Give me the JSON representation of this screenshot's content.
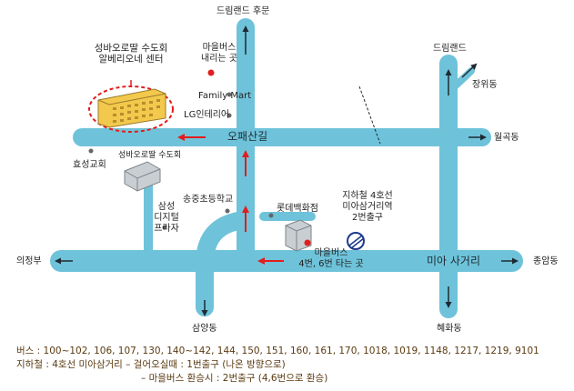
{
  "colors": {
    "road": "#6ec3da",
    "arrow_red": "#e21d1d",
    "arrow_dark": "#1e2a33",
    "building": "#f2c94c",
    "highlight_border": "#e21d1d",
    "bus_stop": "#e21d1d",
    "note_text": "#5a3a10"
  },
  "labels": {
    "dream_land_back": "드림랜드 후문",
    "dream_land": "드림랜드",
    "jangwi": "장위동",
    "wolgok": "월곡동",
    "jongam": "종암동",
    "hyehwa": "혜화동",
    "samyang": "삼양동",
    "uijeongbu": "의정부",
    "opae_road": "오패산길",
    "mia_intersection": "미아 사거리",
    "center_line1": "성바오로딸 수도회",
    "center_line2": "알베리오네 센터",
    "bus_stop_top_1": "마을버스",
    "bus_stop_top_2": "내리는 곳",
    "family_mart": "Family Mart",
    "lg_interior": "LG인테리어",
    "hyoseong_church": "효성교회",
    "sbo_building": "성바오로딸 수도회",
    "samsung_1": "삼성",
    "samsung_2": "디지털",
    "samsung_3": "프라자",
    "songjung_school": "송중초등학교",
    "lotte": "롯데백화점",
    "subway_1": "지하철 4호선",
    "subway_2": "미아삼거리역",
    "subway_3": "2번출구",
    "bus_stop_bottom_1": "마을버스",
    "bus_stop_bottom_2": "4번, 6번 타는 곳"
  },
  "notes": {
    "bus": "버스 : 100~102, 106, 107, 130, 140~142, 144, 150, 151, 160, 161, 170, 1018, 1019, 1148, 1217, 1219, 9101",
    "subway": "지하철 : 4호선 미아삼거리 – 걸어오실때 : 1번출구 (나온 방향으로)",
    "transfer": "– 마을버스 환승시 : 2번출구 (4,6번으로 환승)"
  }
}
